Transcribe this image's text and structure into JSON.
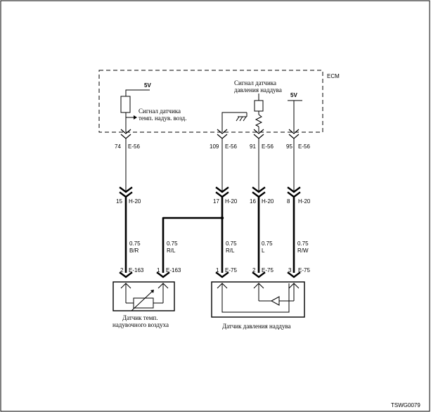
{
  "ecm": {
    "label": "ECM",
    "supply_left": "5V",
    "supply_right": "5V",
    "iat_signal_label": [
      "Сигнал датчика",
      "темп. надув. возд."
    ],
    "boost_signal_label": [
      "Сигнал датчика",
      "давления наддува"
    ]
  },
  "pins_ecm": [
    {
      "num": "74",
      "conn": "E-56"
    },
    {
      "num": "109",
      "conn": "E-56"
    },
    {
      "num": "91",
      "conn": "E-56"
    },
    {
      "num": "95",
      "conn": "E-56"
    }
  ],
  "pins_mid": [
    {
      "num": "15",
      "conn": "H-20"
    },
    {
      "num": "17",
      "conn": "H-20"
    },
    {
      "num": "16",
      "conn": "H-20"
    },
    {
      "num": "8",
      "conn": "H-20"
    }
  ],
  "wires": [
    {
      "gauge": "0.75",
      "color": "B/R"
    },
    {
      "gauge": "0.75",
      "color": "R/L"
    },
    {
      "gauge": "0.75",
      "color": "R/L"
    },
    {
      "gauge": "0.75",
      "color": "L"
    },
    {
      "gauge": "0.75",
      "color": "R/W"
    }
  ],
  "pins_sensor": [
    {
      "num": "2",
      "conn": "E-163"
    },
    {
      "num": "1",
      "conn": "E-163"
    },
    {
      "num": "1",
      "conn": "E-75"
    },
    {
      "num": "2",
      "conn": "E-75"
    },
    {
      "num": "3",
      "conn": "E-75"
    }
  ],
  "sensors": {
    "iat_label": [
      "Датчик темп.",
      "надувочного воздуха"
    ],
    "boost_label": "Датчик давления наддува"
  },
  "figure_code": "TSWG0079"
}
